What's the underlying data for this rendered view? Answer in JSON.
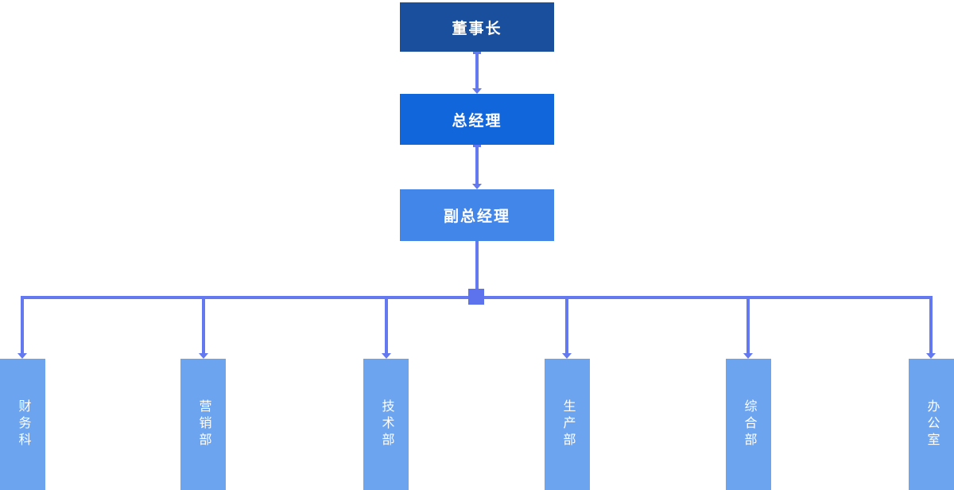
{
  "palette": {
    "level1_bg": "#1a4f9e",
    "level2_bg": "#1266db",
    "level3_bg": "#4386ea",
    "dept_bg": "#6ca4f0",
    "connector": "#6478f0",
    "junction": "#5d72ed",
    "node_text": "#ffffff",
    "page_bg": "#ffffff"
  },
  "org_chart": {
    "levels": [
      {
        "label": "董事长"
      },
      {
        "label": "总经理"
      },
      {
        "label": "副总经理"
      }
    ],
    "departments": [
      {
        "label": "财务科"
      },
      {
        "label": "营销部"
      },
      {
        "label": "技术部"
      },
      {
        "label": "生产部"
      },
      {
        "label": "综合部"
      },
      {
        "label": "办公室"
      }
    ]
  }
}
